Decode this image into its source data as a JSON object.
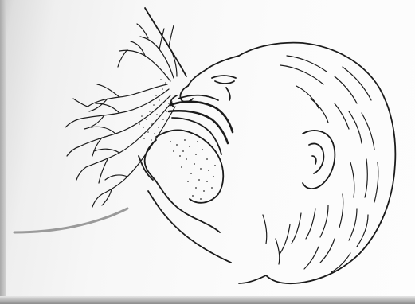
{
  "figure": {
    "subject": "breastfeeding-latch-cross-section",
    "elements": [
      "infant-head",
      "infant-ear",
      "infant-eye",
      "infant-nose",
      "infant-chin",
      "infant-mouth",
      "tongue",
      "nipple",
      "areola",
      "milk-ducts",
      "breast-outline",
      "page-scan-edge"
    ]
  },
  "colors": {
    "ink": "#1b1b1b",
    "paper": "#fbfbfb",
    "scan_shadow": "#bdbdbd",
    "breast_contour": "#9a9a9a"
  }
}
